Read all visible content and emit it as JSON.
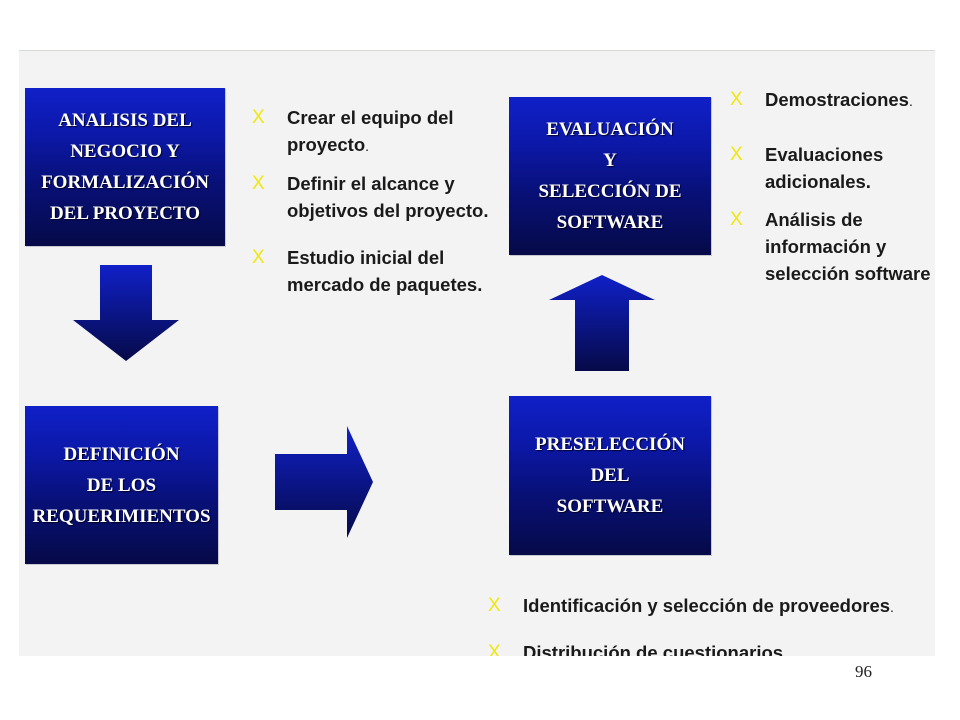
{
  "boxes": {
    "analysis": [
      "ANALISIS DEL",
      "NEGOCIO Y",
      "FORMALIZACIÓN",
      "DEL PROYECTO"
    ],
    "evaluation": [
      "EVALUACIÓN",
      "Y",
      "SELECCIÓN DE",
      "SOFTWARE"
    ],
    "definition": [
      "DEFINICIÓN",
      "DE LOS",
      "REQUERIMIENTOS"
    ],
    "preselection": [
      "PRESELECCIÓN",
      "DEL",
      "SOFTWARE"
    ]
  },
  "bullet_marker": "X",
  "bullets": {
    "analysis": [
      {
        "lines": [
          "Crear el equipo del",
          "proyecto"
        ],
        "suffix": "."
      },
      {
        "lines": [
          "Definir el alcance y",
          "objetivos del proyecto."
        ],
        "suffix": ""
      },
      {
        "lines": [
          "Estudio inicial del",
          "mercado de paquetes."
        ],
        "suffix": ""
      }
    ],
    "evaluation": [
      {
        "lines": [
          "Demostraciones"
        ],
        "suffix": "."
      },
      {
        "lines": [
          "Evaluaciones",
          "adicionales."
        ],
        "suffix": ""
      },
      {
        "lines": [
          "Análisis de",
          "información y",
          "selección software"
        ],
        "suffix": ""
      }
    ],
    "preselection": [
      {
        "lines": [
          "Identificación y selección de proveedores"
        ],
        "suffix": "."
      },
      {
        "lines": [
          "Distribución de cuestionarios"
        ],
        "suffix": ""
      }
    ]
  },
  "colors": {
    "box_top": "#1020c8",
    "box_bottom": "#060a48",
    "marker": "#f0e80a"
  },
  "page_number": "96"
}
